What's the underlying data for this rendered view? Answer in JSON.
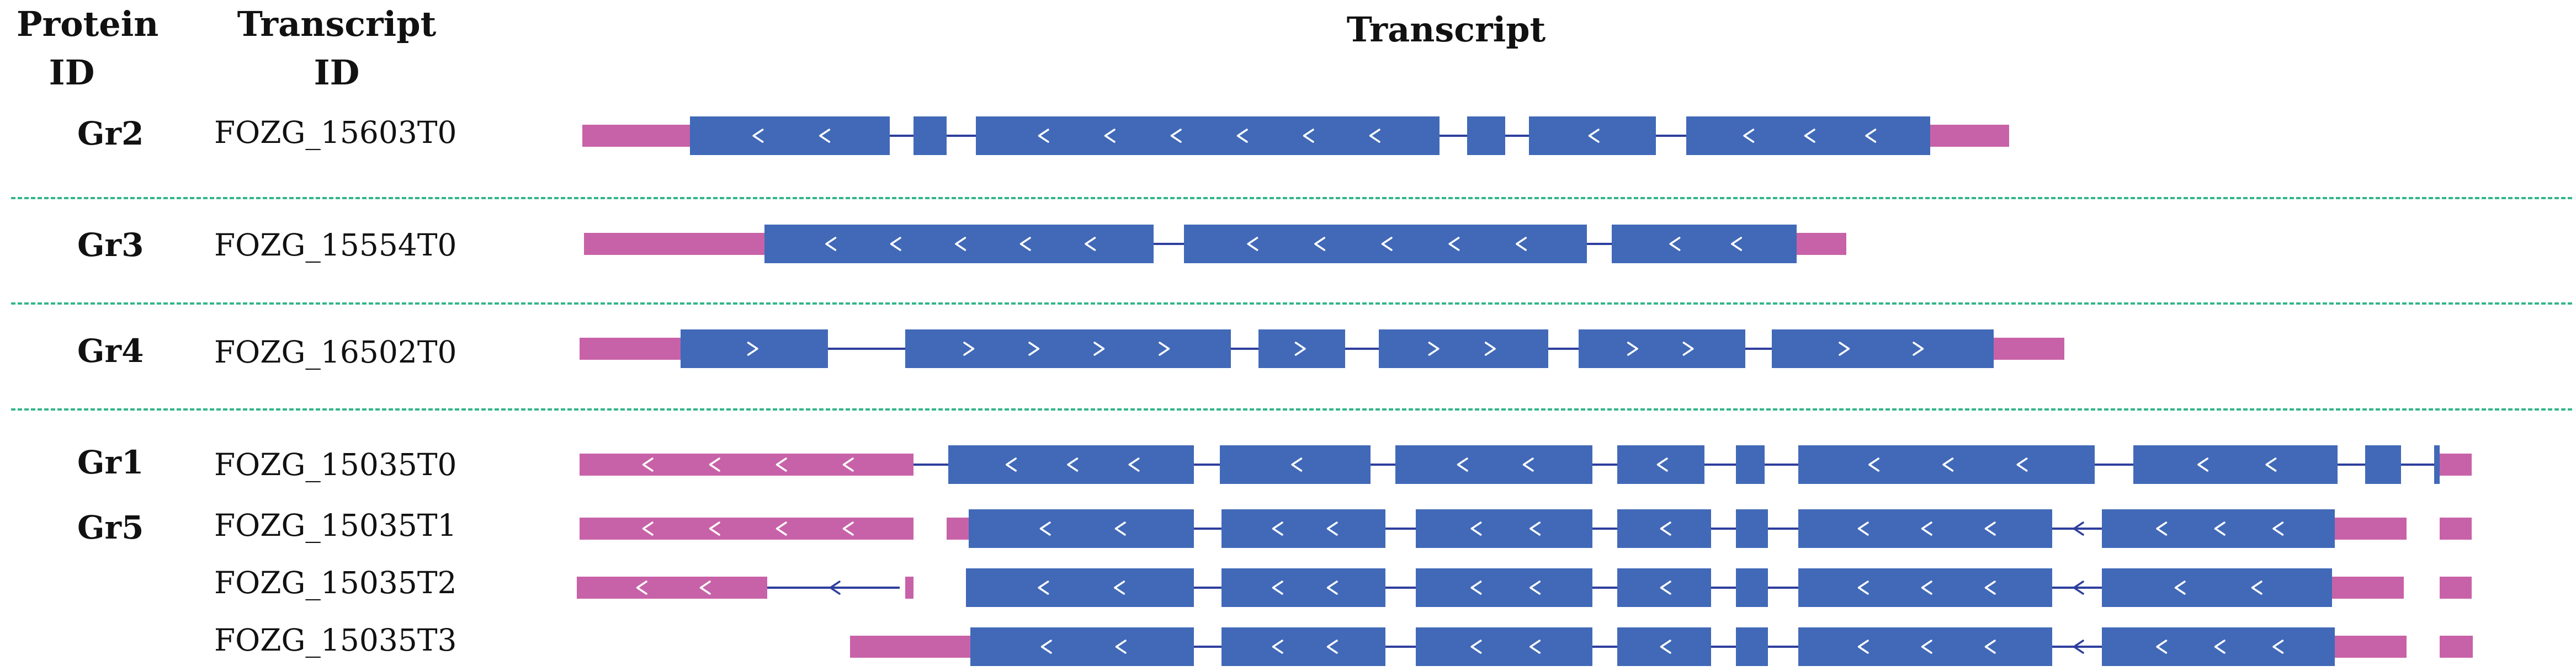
{
  "headers": {
    "protein_id": [
      "Protein",
      "ID"
    ],
    "transcript_id": [
      "Transcript",
      "ID"
    ],
    "transcript": "Transcript"
  },
  "groups": [
    {
      "protein_ids": [
        "Gr2"
      ],
      "transcripts": [
        "FOZG_15603T0"
      ]
    },
    {
      "protein_ids": [
        "Gr3"
      ],
      "transcripts": [
        "FOZG_15554T0"
      ]
    },
    {
      "protein_ids": [
        "Gr4"
      ],
      "transcripts": [
        "FOZG_16502T0"
      ]
    },
    {
      "protein_ids": [
        "Gr1",
        "Gr5"
      ],
      "transcripts": [
        "FOZG_15035T0",
        "FOZG_15035T1",
        "FOZG_15035T2",
        "FOZG_15035T3"
      ]
    }
  ],
  "legend_colors": {
    "exon_cds": "#4169b8",
    "utr": "#c862a8",
    "intron": "#2e3f9e",
    "separator": "#33b58a",
    "arrow": "#ffffff"
  }
}
